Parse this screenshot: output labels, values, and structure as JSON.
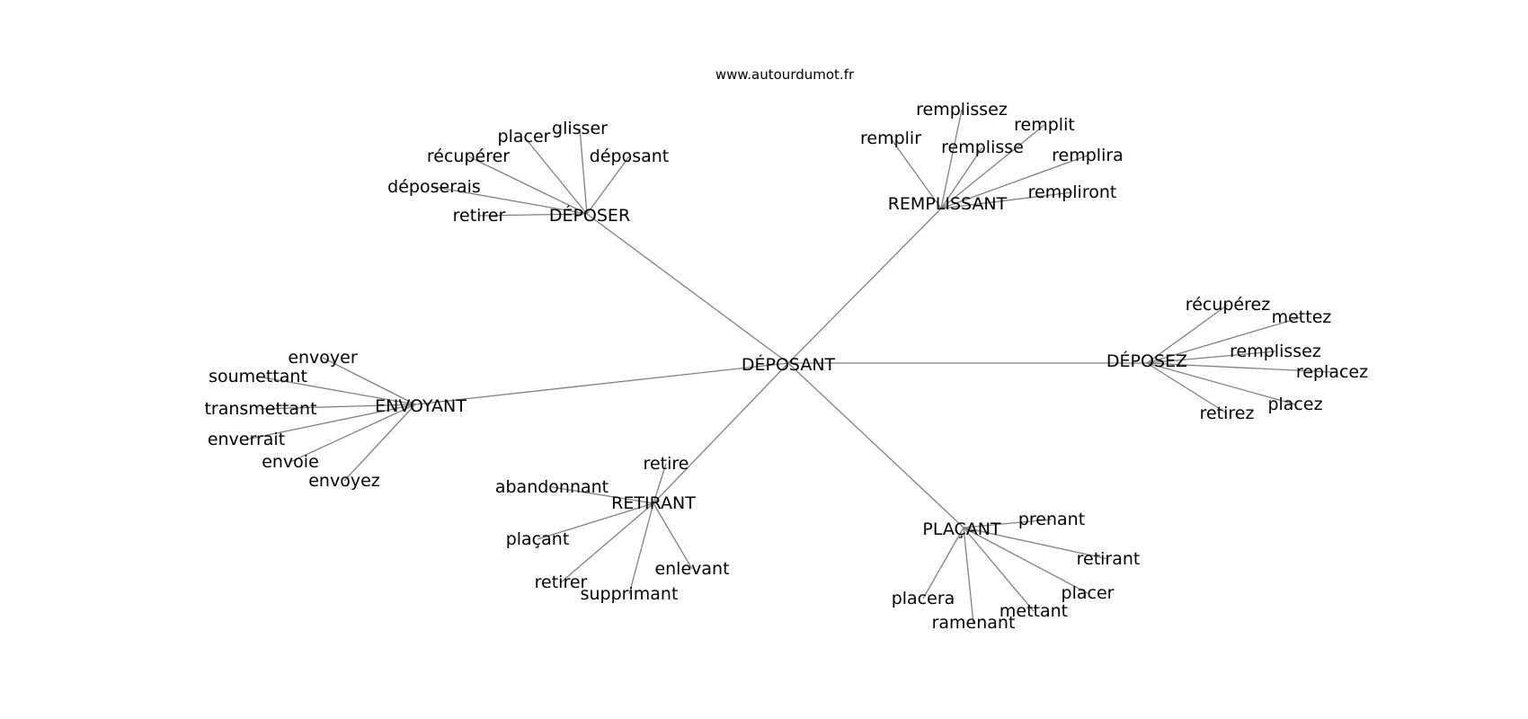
{
  "site": "www.autourdumot.fr",
  "colors": {
    "edge": "#808080",
    "text": "#000000",
    "background": "#ffffff"
  },
  "center": "DÉPOSANT",
  "clusters": [
    {
      "hub": "DÉPOSER",
      "words": [
        "glisser",
        "placer",
        "déposant",
        "récupérer",
        "déposerais",
        "retirer"
      ]
    },
    {
      "hub": "REMPLISSANT",
      "words": [
        "remplissez",
        "remplit",
        "remplir",
        "remplisse",
        "remplira",
        "rempliront"
      ]
    },
    {
      "hub": "DÉPOSEZ",
      "words": [
        "récupérez",
        "mettez",
        "remplissez",
        "replacez",
        "placez",
        "retirez"
      ]
    },
    {
      "hub": "ENVOYANT",
      "words": [
        "envoyer",
        "soumettant",
        "transmettant",
        "enverrait",
        "envoie",
        "envoyez"
      ]
    },
    {
      "hub": "RETIRANT",
      "words": [
        "retire",
        "abandonnant",
        "plaçant",
        "enlevant",
        "retirer",
        "supprimant"
      ]
    },
    {
      "hub": "PLAÇANT",
      "words": [
        "prenant",
        "retirant",
        "placer",
        "mettant",
        "placera",
        "ramenant"
      ]
    }
  ]
}
